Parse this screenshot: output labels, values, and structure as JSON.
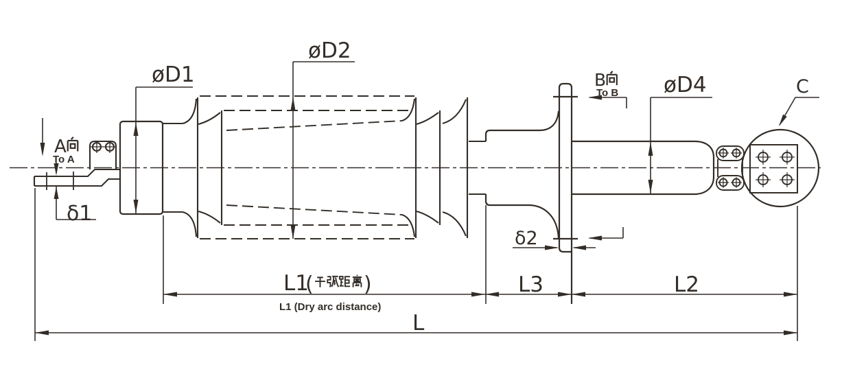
{
  "labels": {
    "dia_d1": "øD1",
    "dia_d2": "øD2",
    "dia_d4": "øD4",
    "delta_1": "δ1",
    "delta_2": "δ2",
    "l1_label": "L1",
    "l1_cn_full": "L1（干弧距离）",
    "l1_paren_open": "(",
    "l1_paren_close": ")",
    "l1_en": "L1 (Dry arc distance)",
    "l2": "L2",
    "l3": "L3",
    "l_total": "L",
    "view_a_letter": "A",
    "view_a_cn": "A向",
    "view_a_en": "To A",
    "view_b_letter": "B",
    "view_b_cn": "B向",
    "view_b_en": "To B",
    "c_label": "C"
  },
  "colors": {
    "line": "#332d28",
    "background": "#ffffff"
  }
}
